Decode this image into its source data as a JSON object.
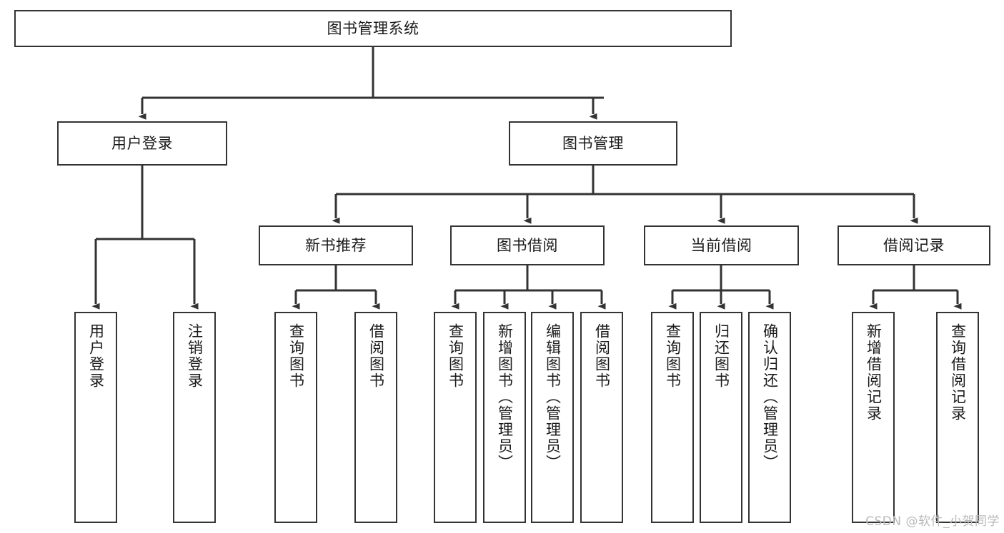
{
  "diagram": {
    "title": "图书管理系统",
    "watermark": "CSDN @软件_小贺同学",
    "accent_color": "#333333",
    "background_color": "#ffffff",
    "text_color": "#1a1a1a",
    "nodes": {
      "root": {
        "label": "图书管理系统",
        "level": 1
      },
      "user_login": {
        "label": "用户登录",
        "level": 2
      },
      "book_manage": {
        "label": "图书管理",
        "level": 2
      },
      "new_book_rec": {
        "label": "新书推荐",
        "level": 3
      },
      "book_borrow": {
        "label": "图书借阅",
        "level": 3
      },
      "current_borrow": {
        "label": "当前借阅",
        "level": 3
      },
      "borrow_record": {
        "label": "借阅记录",
        "level": 3
      },
      "leaf_user_login": {
        "label": "用户登录",
        "level": 4
      },
      "leaf_logout": {
        "label": "注销登录",
        "level": 4
      },
      "leaf_query_book_a": {
        "label": "查询图书",
        "level": 4
      },
      "leaf_borrow_book_a": {
        "label": "借阅图书",
        "level": 4
      },
      "leaf_query_book_b": {
        "label": "查询图书",
        "level": 4
      },
      "leaf_add_book": {
        "label": "新增图书（管理员）",
        "level": 4
      },
      "leaf_edit_book": {
        "label": "编辑图书（管理员）",
        "level": 4
      },
      "leaf_borrow_book_b": {
        "label": "借阅图书",
        "level": 4
      },
      "leaf_query_book_c": {
        "label": "查询图书",
        "level": 4
      },
      "leaf_return_book": {
        "label": "归还图书",
        "level": 4
      },
      "leaf_confirm_return": {
        "label": "确认归还（管理员）",
        "level": 4
      },
      "leaf_add_record": {
        "label": "新增借阅记录",
        "level": 4
      },
      "leaf_query_record": {
        "label": "查询借阅记录",
        "level": 4
      }
    }
  }
}
